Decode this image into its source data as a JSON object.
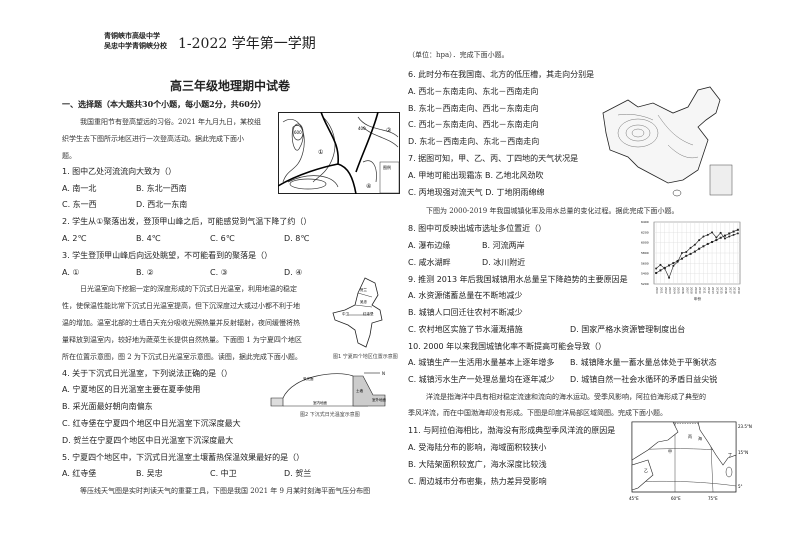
{
  "header": {
    "school_line1": "青铜峡市高级中学",
    "school_line2": "吴忠中学青铜峡分校",
    "term": "1-2022 学年第一学期",
    "title": "高三年级地理期中试卷"
  },
  "section1": "一、选择题（本大题共30个小题，每小题2分，共60分）",
  "left": [
    {
      "text": "我国重阳节有登高望远的习俗。2021 年九月九日，某校组",
      "style": "s",
      "indent": true
    },
    {
      "text": "织学生去下图所示地区进行一次登高活动。据此完成下面小",
      "style": "s"
    },
    {
      "text": "题。",
      "style": "s"
    },
    {
      "text": "1. 图中乙处河流流向大致为（）"
    },
    {
      "opts": [
        "A. 南一北",
        "B. 东北一西南"
      ]
    },
    {
      "opts": [
        "C. 东一西",
        "D. 西北一东南"
      ]
    },
    {
      "text": "2. 学生从①聚落出发，登顶甲山峰之后，可能感觉到气温下降了约（）"
    },
    {
      "opts": [
        "A. 2℃",
        "B. 4℃",
        "C. 6℃",
        "D. 8℃"
      ]
    },
    {
      "text": "3. 学生登顶甲山峰后向远处眺望，不可能看到的聚落是（）"
    },
    {
      "opts": [
        "A. ①",
        "B. ②",
        "C. ③",
        "D. ④"
      ]
    },
    {
      "text": "日光温室向下挖掘一定的深度形成的下沉式日光温室，利用地温的稳定",
      "style": "s",
      "indent": true
    },
    {
      "text": "性，使保温性能比常下沉式日光温室提高，但下沉深度过大或过小都不利于地",
      "style": "s"
    },
    {
      "text": "温的增加。温室北部的土墙白天充分吸收光照热量并反射辐射，夜间缓慢将热",
      "style": "s"
    },
    {
      "text": "量释放到温室内，较好地为蔬菜生长提供自然热量。下面图 1 为宁夏四个地区",
      "style": "s"
    },
    {
      "text": "所在位置示意图，图 2 为下沉式日光温室示意图。读图，据此完成下面小题。",
      "style": "s"
    },
    {
      "text": "4. 关于下沉式日光温室，下列说法正确的是（）"
    },
    {
      "text": "A. 宁夏地区的日光温室主要在夏季使用"
    },
    {
      "text": "B. 采光面最好朝向南偏东"
    },
    {
      "text": "C. 红寺堡在宁夏四个地区中日光温室下沉深度最大"
    },
    {
      "text": "D. 贺兰在宁夏四个地区中日光温室下沉深度最大"
    },
    {
      "text": "5. 宁夏四个地区中，下沉式日光温室土壤蓄热保温效果最好的是（）"
    },
    {
      "opts": [
        "A. 红寺堡",
        "B. 吴忠",
        "C. 中卫",
        "D. 贺兰"
      ]
    },
    {
      "text": "等压线天气图是实时判读天气的重要工具，下图是我国 2021 年 9 月某时刻海平面气压分布图",
      "style": "s",
      "indent": true
    }
  ],
  "right": [
    {
      "text": "（单位：hpa）．完成下面小题。",
      "style": "s"
    },
    {
      "text": "6. 此时分布在我国南、北方的低压槽，其走向分别是"
    },
    {
      "text": "A. 西北－东南走向、东北－西南走向"
    },
    {
      "text": "B. 东北－西南走向、西北－东南走向"
    },
    {
      "text": "C. 西北－东南走向、西北－东南走向"
    },
    {
      "text": "D. 东北－西南走向、东北－西南走向"
    },
    {
      "text": "7. 据图可知，甲、乙、丙、丁四地的天气状况是"
    },
    {
      "text": "A. 甲地可能出现霜冻 B. 乙地北风劲吹"
    },
    {
      "text": "C. 丙地现强对流天气 D. 丁地阴雨绵绵"
    },
    {
      "text": "下图为 2000-2019 年我国城镇化率及用水总量的变化过程。据此完成下面小题。",
      "style": "s",
      "indent": true
    },
    {
      "text": "8. 图中可反映出城市选址多位置近（）"
    },
    {
      "opts": [
        "A. 瀑布边缘",
        "B. 河流两岸"
      ]
    },
    {
      "opts": [
        "C. 咸水湖畔",
        "D. 冰川附近"
      ]
    },
    {
      "text": "9. 推测 2013 年后我国城镇用水总量呈下降趋势的主要原因是"
    },
    {
      "text": "A. 水资源储蓄总量在不断地减少"
    },
    {
      "text": "B. 城镇人口回迁往农村不断减少"
    },
    {
      "opts": [
        "C. 农村地区实施了节水灌溉措施",
        "D. 国家严格水资源管理制度出台"
      ]
    },
    {
      "text": "10. 2000 年以来我国城镇化率不断提高可能会导致（）"
    },
    {
      "opts": [
        "A. 城镇生产一生活用水量基本上逐年增多",
        "B. 城镇降水量一蓄水量总体处于平衡状态"
      ]
    },
    {
      "opts": [
        "C. 城镇污水生产一处理总量均在逐年减少",
        "D. 城镇自然一社会水循环的矛盾日益尖锐"
      ]
    },
    {
      "text": "洋流是指海洋中具有相对稳定流速和流向的海水运动。受季风影响，阿拉伯海形成了典型的",
      "style": "s",
      "indent": true
    },
    {
      "text": "季风洋流，而在中国渤海却没有形成。下图是印度洋局部区域简图。完成下面小题。",
      "style": "s"
    },
    {
      "text": "11. 与阿拉伯海相比，渤海没有形成典型季风洋流的原因是"
    },
    {
      "text": "A. 受海陆分布的影响，海域面积较狭小"
    },
    {
      "text": "B. 大陆架面积较宽广，海水深度比较浅"
    },
    {
      "text": "C. 周边城市分布密集，热力差异受影响"
    }
  ],
  "figures": {
    "contour_map": {
      "labels": [
        "①",
        "②",
        "③",
        "④",
        "甲",
        "乙",
        "400",
        "200",
        "600"
      ],
      "legend_title": "图例"
    },
    "ningxia_map": {
      "caption": "图1 宁夏四个地区位置示意图",
      "labels": [
        "贺兰",
        "吴忠",
        "中卫",
        "红寺堡"
      ]
    },
    "greenhouse": {
      "caption": "图2 下沉式日光温室示意图",
      "labels": [
        "采光面",
        "室内地面",
        "土墙",
        "室外地面",
        "N"
      ]
    },
    "ocean_map": {
      "lat_labels": [
        "23.5°N",
        "15°N",
        "5°"
      ],
      "lon_labels": [
        "45°E",
        "60°E",
        "75°E"
      ],
      "labels": [
        "丙",
        "甲",
        "乙",
        "丁",
        "海"
      ]
    }
  },
  "chart_data": {
    "type": "line",
    "x": [
      2000,
      2001,
      2002,
      2003,
      2004,
      2005,
      2006,
      2007,
      2008,
      2009,
      2010,
      2011,
      2012,
      2013,
      2014,
      2015,
      2016,
      2017,
      2018,
      2019
    ],
    "xlabel": "年份",
    "series": [
      {
        "axis": "left",
        "values": [
          5500,
          5570,
          5500,
          5320,
          5550,
          5630,
          5800,
          5820,
          5900,
          5960,
          6050,
          6120,
          6150,
          6200,
          6100,
          6190,
          6080,
          6120,
          6150,
          6180
        ]
      },
      {
        "axis": "right",
        "values": [
          36.2,
          37.7,
          39.1,
          40.5,
          41.8,
          43.0,
          44.3,
          45.9,
          47.0,
          48.3,
          49.9,
          51.3,
          52.6,
          53.7,
          54.8,
          56.1,
          57.3,
          58.5,
          59.6,
          60.6
        ]
      }
    ],
    "left_ylim": [
      5200,
      6400
    ],
    "right_ylim": [
      30,
      65
    ],
    "grid": true,
    "legend": "top-left"
  }
}
